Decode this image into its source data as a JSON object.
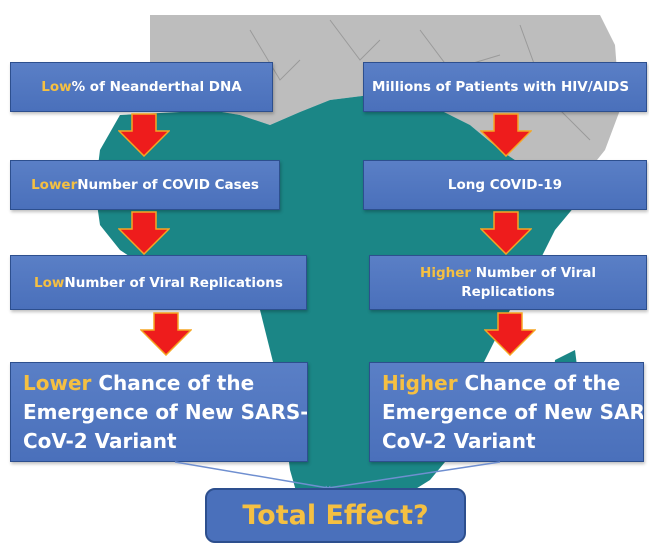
{
  "left_column": {
    "box1": {
      "highlight": "Low",
      "text": " % of Neanderthal DNA"
    },
    "box2": {
      "highlight": "Lower",
      "text": " Number of COVID Cases"
    },
    "box3": {
      "highlight": "Low",
      "text": " Number of Viral Replications"
    },
    "box4": {
      "highlight": "Lower",
      "line1_rest": " Chance of the",
      "line2": "Emergence of New SARS-",
      "line3": "CoV-2 Variant"
    }
  },
  "right_column": {
    "box1": {
      "text": "Millions of Patients with HIV/AIDS"
    },
    "box2": {
      "text": "Long COVID-19"
    },
    "box3": {
      "highlight": "Higher",
      "line1_rest": " Number of Viral",
      "line2": "Replications"
    },
    "box4": {
      "highlight": "Higher",
      "line1_rest": " Chance of the",
      "line2": "Emergence of New SARS-",
      "line3": "CoV-2 Variant"
    }
  },
  "total": {
    "label": "Total Effect?"
  },
  "colors": {
    "box_fill": "#4a70bb",
    "box_border": "#2d4f8e",
    "highlight_text": "#f5c042",
    "arrow_fill": "#ee1c1c",
    "arrow_outline": "#f5a623",
    "map_land": "#bcbcbc",
    "map_africa": "#1b8686"
  }
}
